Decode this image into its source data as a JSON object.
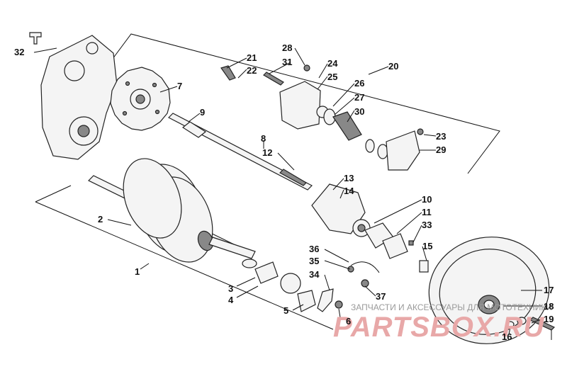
{
  "callouts": {
    "c1": "1",
    "c2": "2",
    "c3": "3",
    "c4": "4",
    "c5": "5",
    "c6": "6",
    "c7": "7",
    "c8": "8",
    "c9": "9",
    "c10": "10",
    "c11": "11",
    "c12": "12",
    "c13": "13",
    "c14": "14",
    "c15": "15",
    "c16": "16",
    "c17": "17",
    "c18": "18",
    "c19": "19",
    "c20": "20",
    "c21": "21",
    "c22": "22",
    "c23": "23",
    "c24": "24",
    "c25": "25",
    "c26": "26",
    "c27": "27",
    "c28": "28",
    "c29": "29",
    "c30": "30",
    "c31": "31",
    "c32": "32",
    "c33": "33",
    "c34": "34",
    "c35": "35",
    "c36": "36",
    "c37": "37"
  },
  "watermark": {
    "caption": "ЗАПЧАСТИ И АКСЕССУАРЫ ДЛЯ МОТОТЕХНИКИ",
    "logo": "PARTSBOX.RU"
  }
}
